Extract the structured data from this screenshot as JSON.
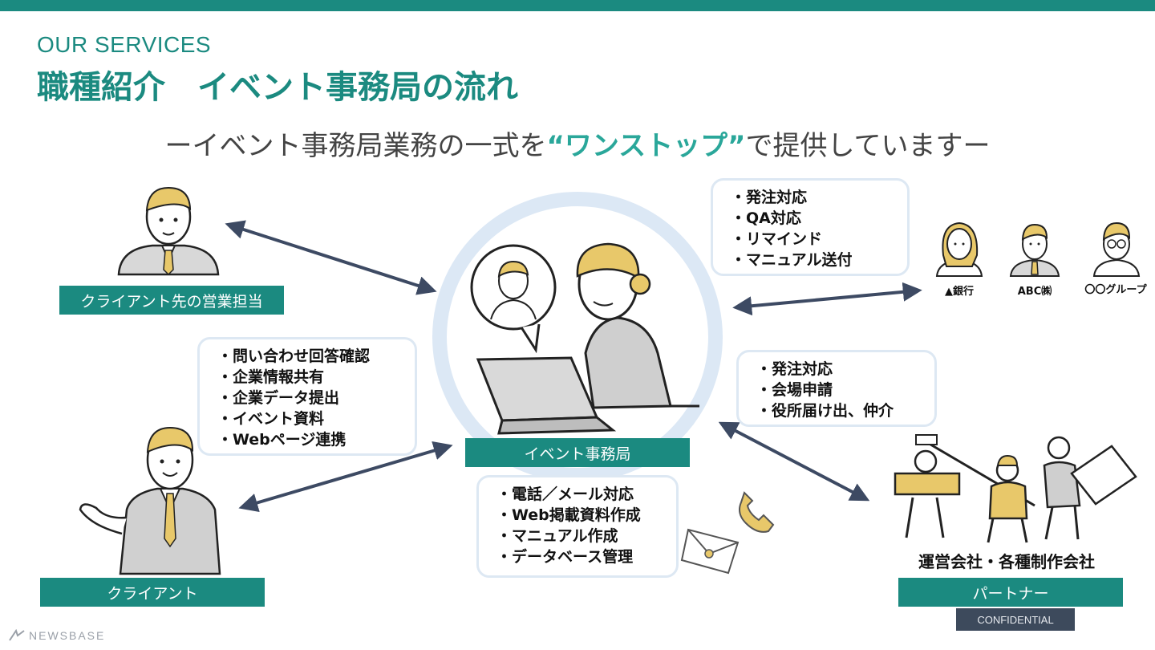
{
  "header": {
    "eyebrow": "OUR SERVICES",
    "title": "職種紹介　イベント事務局の流れ",
    "subtitle_pre": "ーイベント事務局業務の一式を",
    "subtitle_highlight": "“ワンストップ”",
    "subtitle_post": "で提供していますー"
  },
  "colors": {
    "brand": "#1b8a80",
    "accent": "#2aa79a",
    "arrow": "#3d4a63",
    "ring": "#dce8f5",
    "hair": "#e8c86a"
  },
  "labels": {
    "sales": "クライアント先の営業担当",
    "client": "クライアント",
    "center": "イベント事務局",
    "partner": "パートナー"
  },
  "tasks": {
    "client_side": [
      "問い合わせ回答確認",
      "企業情報共有",
      "企業データ提出",
      "イベント資料",
      "Webページ連携"
    ],
    "companies": [
      "発注対応",
      "QA対応",
      "リマインド",
      "マニュアル送付"
    ],
    "partners": [
      "発注対応",
      "会場申請",
      "役所届け出、仲介"
    ],
    "internal": [
      "電話／メール対応",
      "Web掲載資料作成",
      "マニュアル作成",
      "データベース管理"
    ]
  },
  "companies": [
    "▲銀行",
    "ABC㈱",
    "〇〇グループ"
  ],
  "partners_caption": "運営会社・各種制作会社",
  "footer": {
    "confidential": "CONFIDENTIAL",
    "logo": "NEWSBASE"
  },
  "icons": [
    "person-icon",
    "phone-icon",
    "envelope-icon",
    "laptop-icon",
    "speech-bubble-icon",
    "camera-crew-icon",
    "logo-icon"
  ]
}
